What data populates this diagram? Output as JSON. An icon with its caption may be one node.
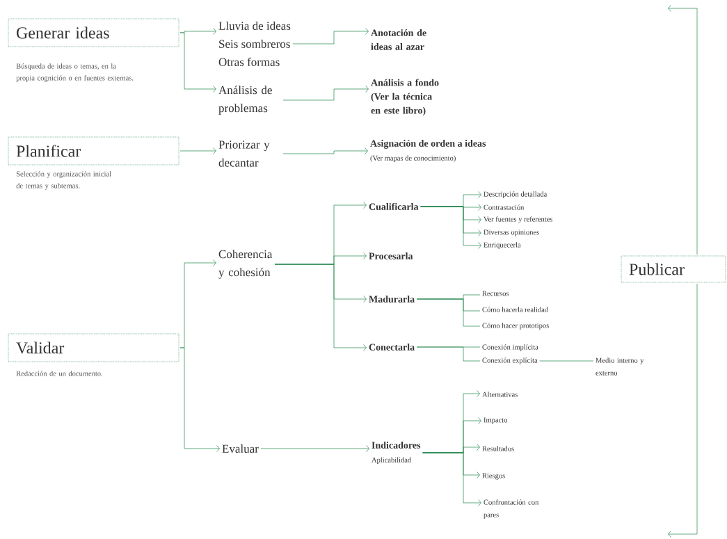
{
  "diagram": {
    "nodes": [
      {
        "text": [
          "Generar ideas"
        ],
        "beside": [
          "Búsqueda de ideas o temas, en la propia cognición o en fuentes externas."
        ]
      },
      {
        "text": [
          "Planificar"
        ],
        "beside": [
          "Selección y organización inicial de temas y subtemas."
        ]
      },
      {
        "text": [
          "Validar"
        ],
        "beside": [
          "Redacción de un documento."
        ]
      },
      {
        "text": [
          "Publicar"
        ]
      },
      {
        "text": [
          "Lluvia de ideas",
          "Seis sombreros",
          "Otras formas"
        ]
      },
      {
        "text": [
          "Análisis de problemas"
        ]
      },
      {
        "text": [
          "Priorizar y decantar"
        ]
      },
      {
        "text": [
          "Anotación de ideas al azar"
        ]
      },
      {
        "text": [
          "Análisis a fondo (Ver la técnica en este libro)"
        ]
      },
      {
        "text": [
          "Asignación de orden a ideas",
          "(Ver mapas de conocimiento)"
        ]
      },
      {
        "text": [
          "Coherencia y cohesión"
        ]
      },
      {
        "text": [
          "Evaluar"
        ]
      },
      {
        "text": [
          "Cualificarla"
        ]
      },
      {
        "text": [
          "Procesarla"
        ]
      },
      {
        "text": [
          "Madurarla"
        ]
      },
      {
        "text": [
          "Conectarla"
        ]
      },
      {
        "text": [
          "Descripción detallada"
        ]
      },
      {
        "text": [
          "Contrastación"
        ]
      },
      {
        "text": [
          "Ver fuentes y referentes"
        ]
      },
      {
        "text": [
          "Diversas opiniones"
        ]
      },
      {
        "text": [
          "Enriquecerla"
        ]
      },
      {
        "text": [
          "Recursos"
        ]
      },
      {
        "text": [
          "Cómo hacerla realidad"
        ]
      },
      {
        "text": [
          "Cómo hacer prototipos"
        ]
      },
      {
        "text": [
          "Conexión implícita"
        ]
      },
      {
        "text": [
          "Conexión explícita"
        ]
      },
      {
        "text": [
          "Medio interno y externo"
        ]
      },
      {
        "text": [
          "Indicadores",
          "Aplicabilidad"
        ]
      },
      {
        "text": [
          "Alternativas"
        ]
      },
      {
        "text": [
          "Impacto"
        ]
      },
      {
        "text": [
          "Resultados"
        ]
      },
      {
        "text": [
          "Riesgos"
        ]
      },
      {
        "text": [
          "Confrontación con pares"
        ]
      }
    ],
    "edges": [
      {
        "from": 0,
        "to": 4,
        "arrow": "to"
      },
      {
        "from": 0,
        "to": 5,
        "arrow": "to"
      },
      {
        "from": 1,
        "to": 6,
        "arrow": "to"
      },
      {
        "from": 4,
        "to": 7,
        "arrow": "to"
      },
      {
        "from": 5,
        "to": 8,
        "arrow": "to"
      },
      {
        "from": 6,
        "to": 9,
        "arrow": "to"
      },
      {
        "from": 2,
        "to": 10,
        "arrow": "to"
      },
      {
        "from": 2,
        "to": 11,
        "arrow": "to"
      },
      {
        "from": 10,
        "to": 12,
        "arrow": "to"
      },
      {
        "from": 10,
        "to": 13,
        "arrow": "to"
      },
      {
        "from": 10,
        "to": 14,
        "arrow": "to"
      },
      {
        "from": 10,
        "to": 15,
        "arrow": "to"
      },
      {
        "from": 11,
        "to": 27,
        "arrow": "to"
      },
      {
        "from": 12,
        "to": 16,
        "arrow": "to"
      },
      {
        "from": 12,
        "to": 17,
        "arrow": "to"
      },
      {
        "from": 12,
        "to": 18,
        "arrow": "to"
      },
      {
        "from": 12,
        "to": 19,
        "arrow": "to"
      },
      {
        "from": 12,
        "to": 20,
        "arrow": "to"
      },
      {
        "from": 14,
        "to": 21,
        "arrow": "none"
      },
      {
        "from": 14,
        "to": 22,
        "arrow": "none"
      },
      {
        "from": 14,
        "to": 23,
        "arrow": "none"
      },
      {
        "from": 15,
        "to": 24,
        "arrow": "none"
      },
      {
        "from": 15,
        "to": 25,
        "arrow": "none"
      },
      {
        "from": 25,
        "to": 26,
        "arrow": "none"
      },
      {
        "from": 27,
        "to": 28,
        "arrow": "to"
      },
      {
        "from": 27,
        "to": 29,
        "arrow": "to"
      },
      {
        "from": 27,
        "to": 30,
        "arrow": "to"
      },
      {
        "from": 27,
        "to": 31,
        "arrow": "to"
      },
      {
        "from": 27,
        "to": 32,
        "arrow": "to"
      },
      {
        "from": 3,
        "to": null,
        "arrow": "to"
      },
      {
        "from": 3,
        "to": null,
        "arrow": "to"
      }
    ]
  }
}
